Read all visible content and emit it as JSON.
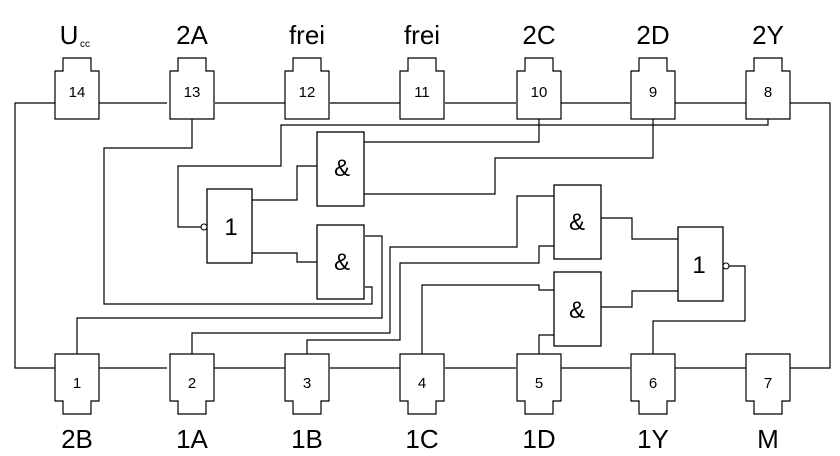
{
  "top_pins": [
    {
      "number": "14",
      "label": "U",
      "label_sub": "cc"
    },
    {
      "number": "13",
      "label": "2A",
      "label_sub": ""
    },
    {
      "number": "12",
      "label": "frei",
      "label_sub": ""
    },
    {
      "number": "11",
      "label": "frei",
      "label_sub": ""
    },
    {
      "number": "10",
      "label": "2C",
      "label_sub": ""
    },
    {
      "number": "9",
      "label": "2D",
      "label_sub": ""
    },
    {
      "number": "8",
      "label": "2Y",
      "label_sub": ""
    }
  ],
  "bottom_pins": [
    {
      "number": "1",
      "label": "2B"
    },
    {
      "number": "2",
      "label": "1A"
    },
    {
      "number": "3",
      "label": "1B"
    },
    {
      "number": "4",
      "label": "1C"
    },
    {
      "number": "5",
      "label": "1D"
    },
    {
      "number": "6",
      "label": "1Y"
    },
    {
      "number": "7",
      "label": "M"
    }
  ],
  "gates": {
    "and_symbol": "&",
    "or_symbol": "1"
  }
}
